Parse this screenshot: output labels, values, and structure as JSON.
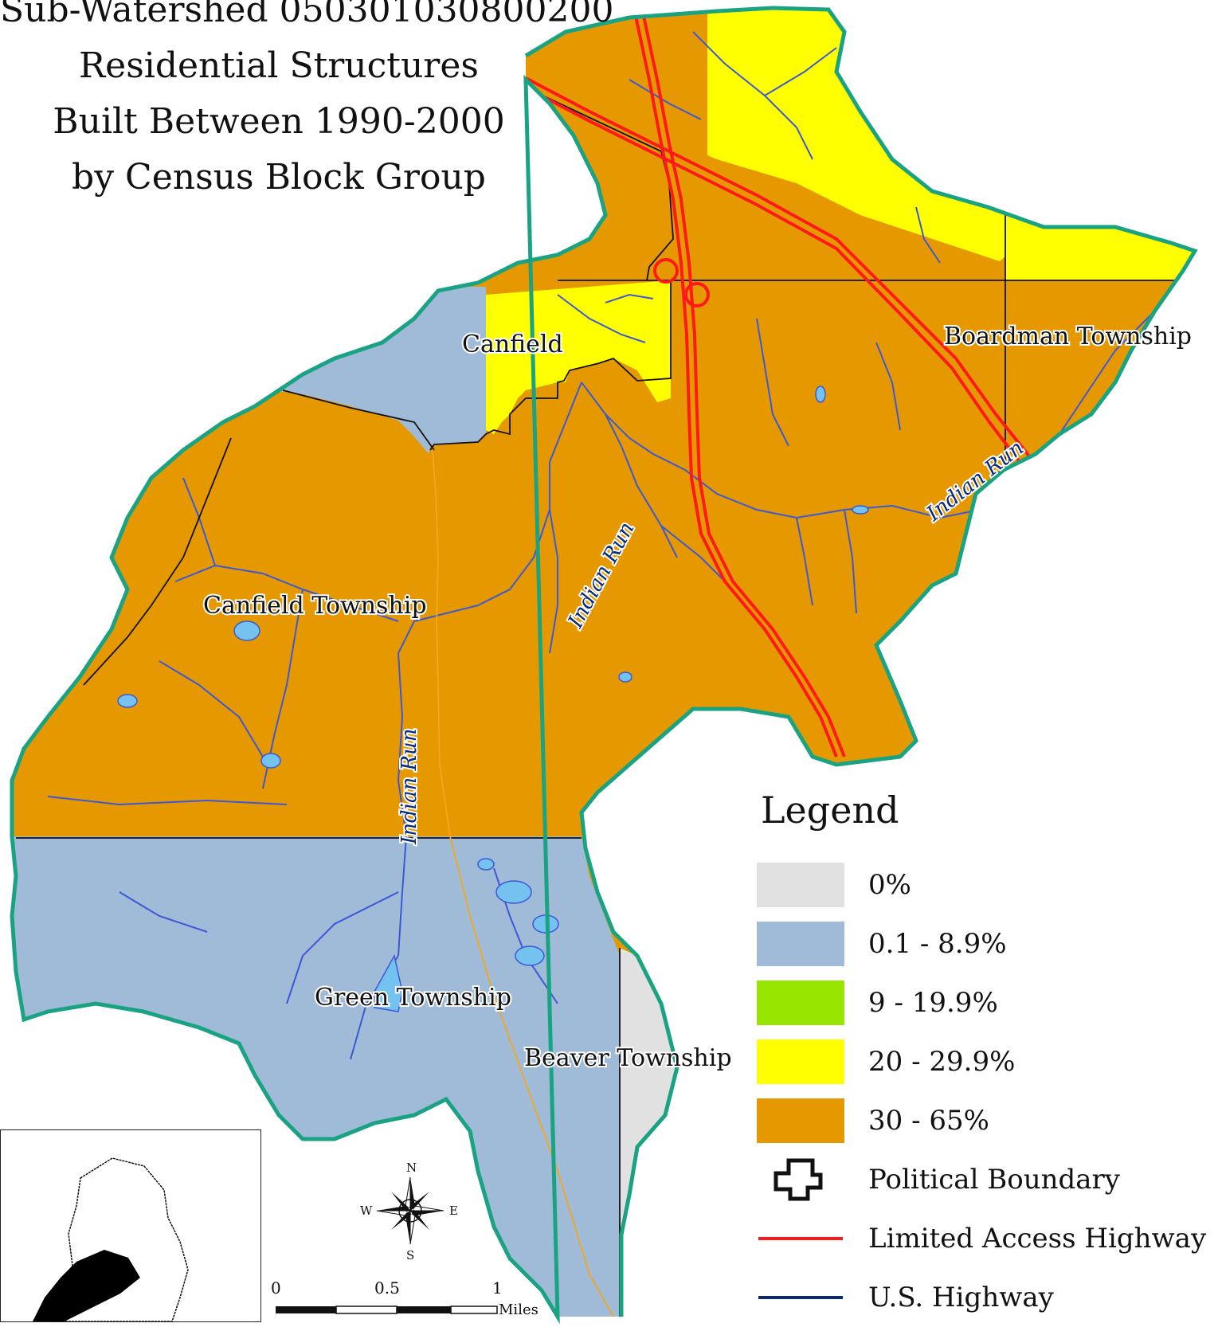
{
  "title": {
    "line1": "Sub-Watershed 050301030800200",
    "line2": "Residential Structures",
    "line3": "Built Between 1990-2000",
    "line4": "by Census Block Group"
  },
  "places": {
    "canfield": "Canfield",
    "boardman": "Boardman Township",
    "canfield_twp": "Canfield Township",
    "green_twp": "Green Township",
    "beaver_twp": "Beaver Township"
  },
  "streams": {
    "indian_run": "Indian Run"
  },
  "legend": {
    "title": "Legend",
    "items": [
      {
        "label": "0%",
        "color": "#e1e1e1"
      },
      {
        "label": "0.1 - 8.9%",
        "color": "#a0bbd8"
      },
      {
        "label": "9 - 19.9%",
        "color": "#98e600"
      },
      {
        "label": "20 - 29.9%",
        "color": "#ffff00"
      },
      {
        "label": "30 - 65%",
        "color": "#e69800"
      }
    ],
    "political_boundary": "Political Boundary",
    "limited_access_highway": "Limited Access Highway",
    "us_highway": "U.S. Highway"
  },
  "compass": {
    "n": "N",
    "s": "S",
    "e": "E",
    "w": "W"
  },
  "scale": {
    "tick0": "0",
    "tick1": "0.5",
    "tick2": "1",
    "units": "Miles"
  },
  "colors": {
    "boundary": "#1aa383",
    "highway": "#ff1a1a",
    "us_highway": "#0a2a73",
    "stream": "#3b58d6",
    "water": "#74c2f0"
  }
}
